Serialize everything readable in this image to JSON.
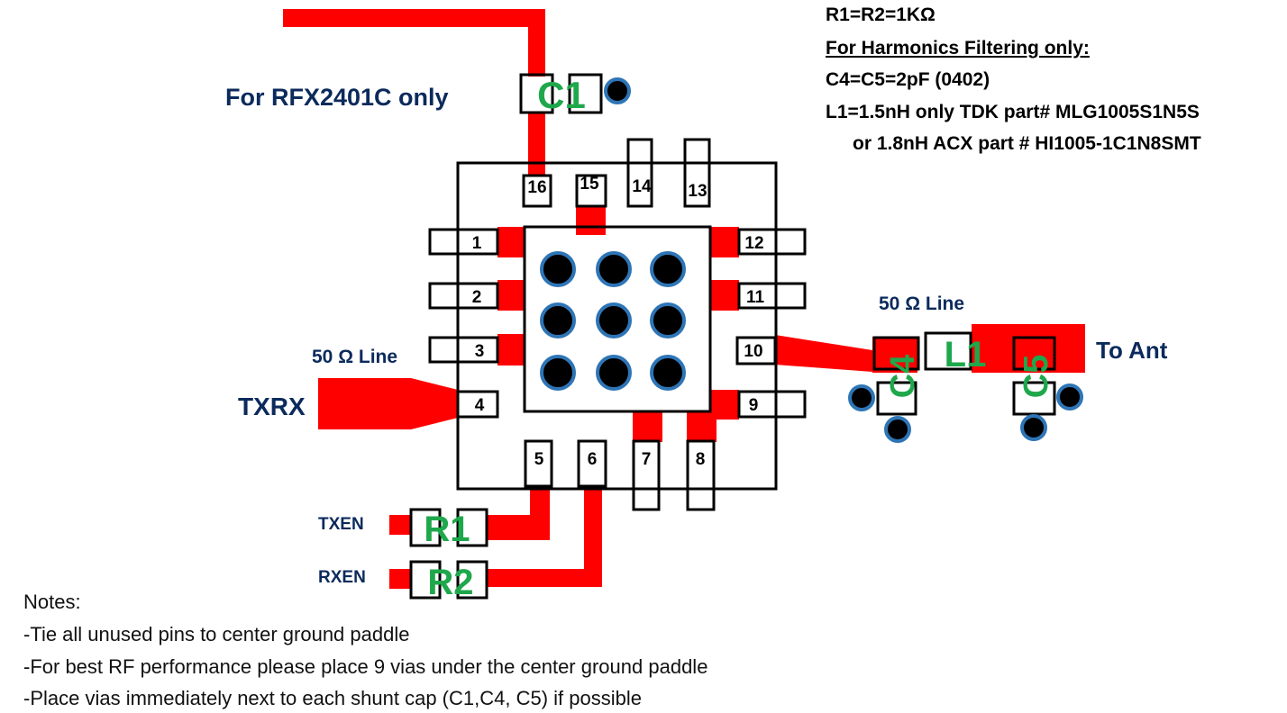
{
  "spec": {
    "resistors": "R1=R2=1KΩ",
    "harmonics_heading": "For Harmonics Filtering only:",
    "caps": "C4=C5=2pF (0402)",
    "inductor": "L1=1.5nH only TDK part# MLG1005S1N5S",
    "inductor_alt": "or  1.8nH ACX part # HI1005-1C1N8SMT"
  },
  "labels": {
    "rfx_note": "For RFX2401C only",
    "line_left": "50 Ω Line",
    "line_right": "50 Ω Line",
    "txrx": "TXRX",
    "to_ant": "To Ant",
    "txen": "TXEN",
    "rxen": "RXEN"
  },
  "components": {
    "c1": "C1",
    "c4": "C4",
    "c5": "C5",
    "l1": "L1",
    "r1": "R1",
    "r2": "R2"
  },
  "pins": [
    "1",
    "2",
    "3",
    "4",
    "5",
    "6",
    "7",
    "8",
    "9",
    "10",
    "11",
    "12",
    "13",
    "14",
    "15",
    "16"
  ],
  "notes": {
    "heading": "Notes:",
    "items": [
      "-Tie all unused pins to center ground paddle",
      "-For best RF performance please place 9 vias under the center ground paddle",
      "-Place vias immediately next to each shunt cap (C1,C4, C5) if possible"
    ]
  },
  "colors": {
    "trace": "#ff0000",
    "outline": "#000000",
    "via_fill": "#000000",
    "via_ring": "#2e75b6",
    "component_label": "#1ea84b",
    "net_label": "#0b2a5c"
  },
  "icons": {
    "via": "via-dot"
  }
}
